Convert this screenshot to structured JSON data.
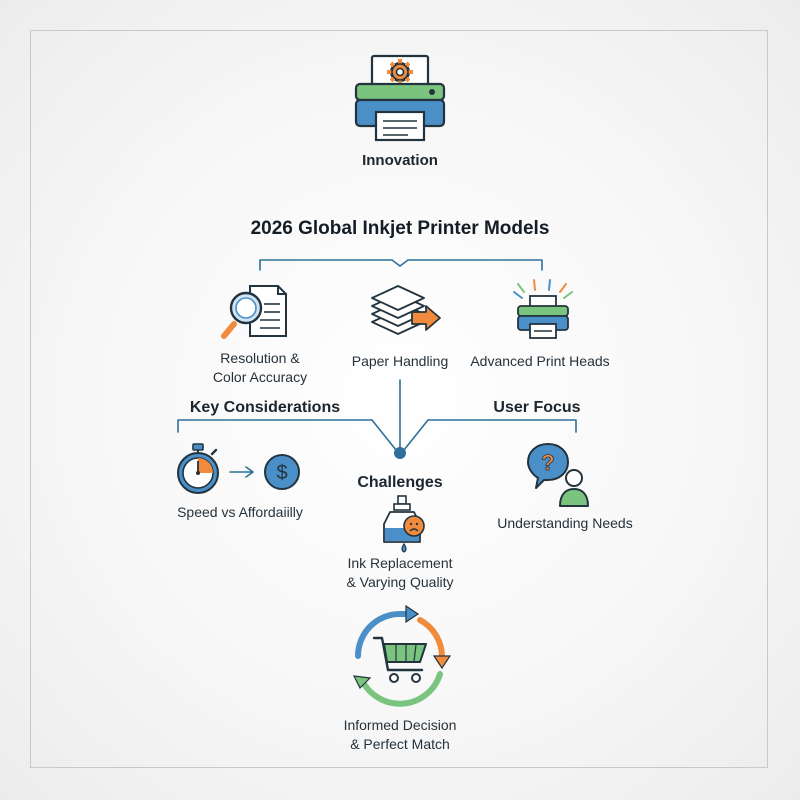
{
  "top": {
    "label": "Innovation"
  },
  "title": "2026 Global Inkjet Printer Models",
  "features": [
    {
      "line1": "Resolution &",
      "line2": "Color Accuracy"
    },
    {
      "line1": "Paper Handling"
    },
    {
      "line1": "Advanced Print Heads"
    }
  ],
  "branches": {
    "left": {
      "heading": "Key Considerations",
      "label": "Speed vs Affordaiilly"
    },
    "right": {
      "heading": "User Focus",
      "label": "Understanding Needs"
    },
    "center": {
      "heading": "Challenges",
      "line1": "Ink Replacement",
      "line2": "& Varying Quality"
    }
  },
  "bottom": {
    "line1": "Informed Decision",
    "line2": "& Perfect Match"
  },
  "colors": {
    "line": "#2f6f9a",
    "blue": "#4a8fc7",
    "green": "#7ac47f",
    "orange": "#f08a3c",
    "dark": "#23343f"
  },
  "icons": [
    "printer-gear-icon",
    "magnifier-document-icon",
    "paper-stack-arrow-icon",
    "printer-sparks-icon",
    "stopwatch-icon",
    "dollar-coin-icon",
    "question-person-icon",
    "ink-drop-sad-icon",
    "cart-cycle-icon"
  ]
}
